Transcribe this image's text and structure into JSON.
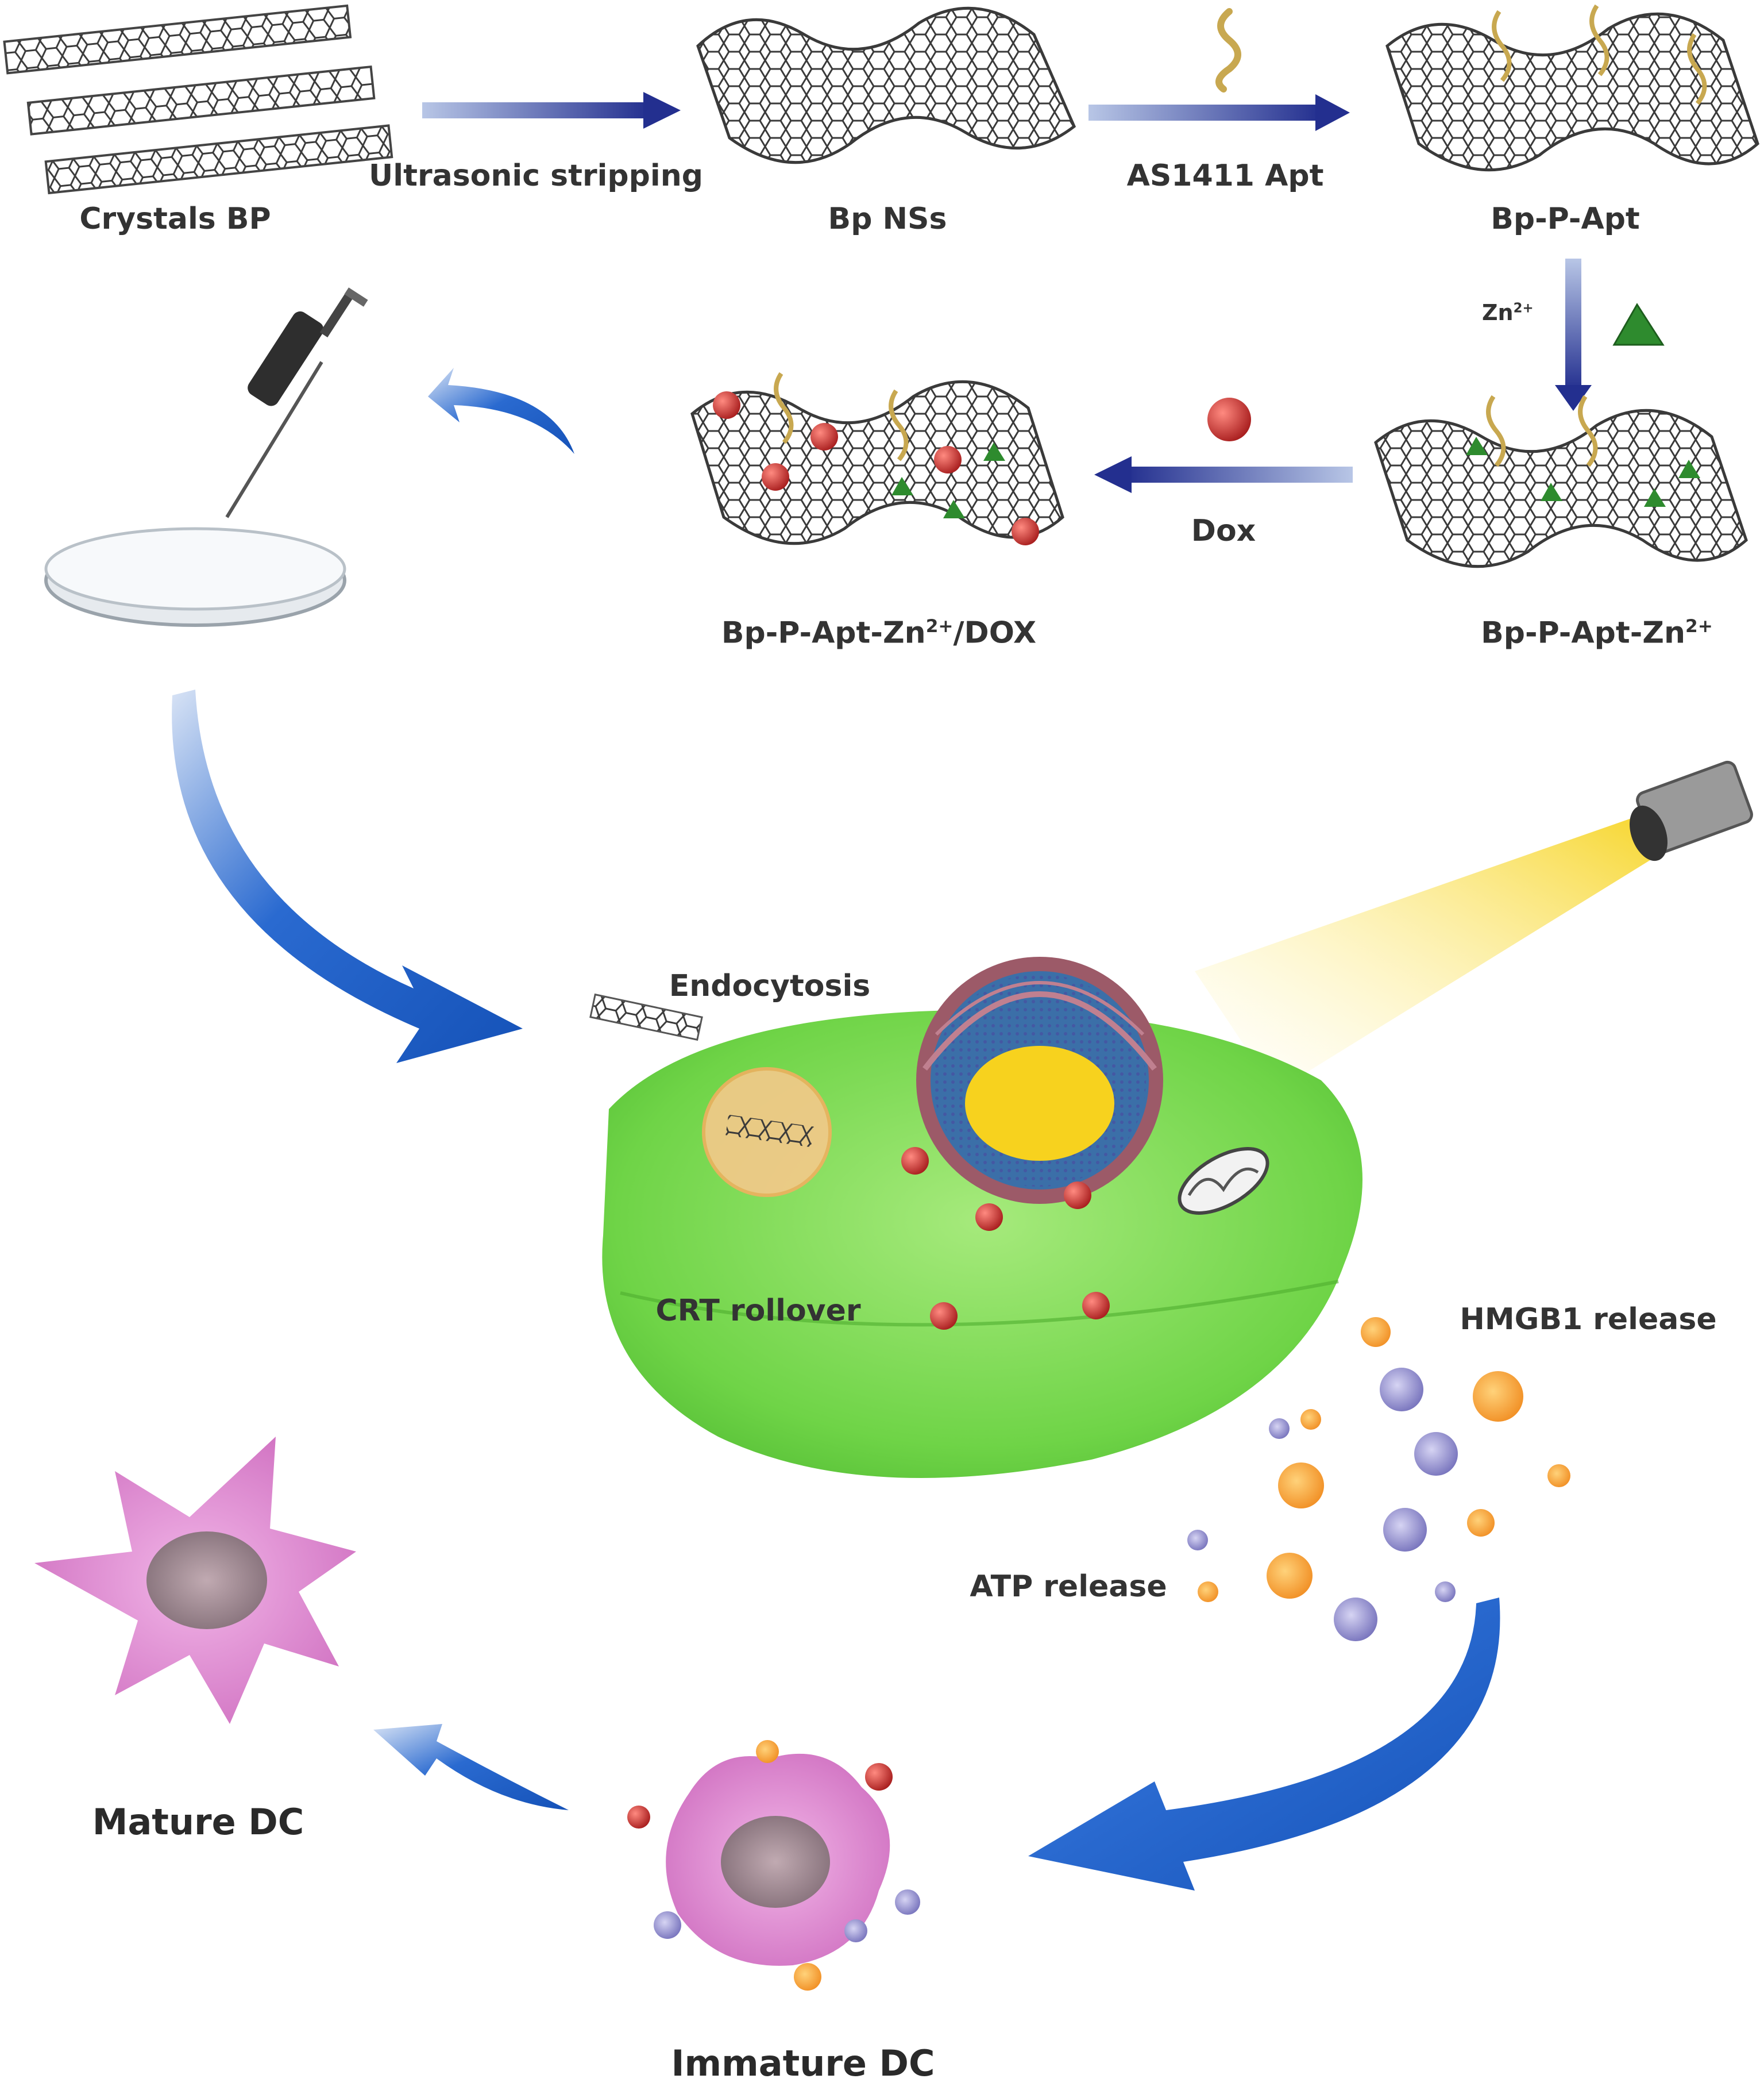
{
  "labels": {
    "crystals_bp": "Crystals BP",
    "ultrasonic": "Ultrasonic stripping",
    "bp_nss": "Bp NSs",
    "as1411": "AS1411 Apt",
    "bp_p_apt": "Bp-P-Apt",
    "zn_base": "Zn",
    "zn_sup": "2+",
    "dox": "Dox",
    "bp_p_apt_zn_base": "Bp-P-Apt-Zn",
    "bp_p_apt_zn_sup": "2+",
    "bp_p_apt_zn_dox_base": "Bp-P-Apt-Zn",
    "bp_p_apt_zn_dox_sup": "2+",
    "bp_p_apt_zn_dox_tail": "/DOX",
    "endocytosis": "Endocytosis",
    "crt_rollover": "CRT rollover",
    "hmgb1": "HMGB1 release",
    "atp": "ATP release",
    "mature_dc": "Mature DC",
    "immature_dc": "Immature DC"
  },
  "colors": {
    "cell": "#7ed957",
    "dc": "#e58fd8",
    "arrow_blue": "#1a5fc7",
    "arrow_navy": "#232f8f",
    "dox": "#c0302f",
    "zn": "#2e8b2e",
    "hmgb1": "#f39a2a",
    "atp": "#8a86c7",
    "nucleus": "#f7d21e"
  },
  "icons": [
    "pipette-icon",
    "petri-dish-icon",
    "laser-icon",
    "aptamer-icon",
    "zn-pyramid-icon",
    "dox-sphere-icon"
  ]
}
